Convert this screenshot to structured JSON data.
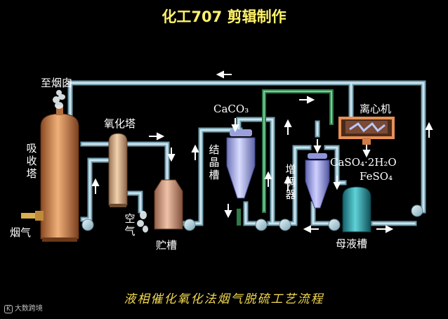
{
  "title": "化工707 剪辑制作",
  "caption": "液相催化氧化法烟气脱硫工艺流程",
  "watermark": "大数跨境",
  "watermark_logo": "K",
  "labels": {
    "chimney": "至烟囱",
    "absorber": "吸收塔",
    "flue_gas": "烟气",
    "oxidation_tower": "氧化塔",
    "air": "空气",
    "storage_tank": "贮槽",
    "caco3": "CaCO₃",
    "crystallizer": "结晶槽",
    "thickener": "增稠器",
    "centrifuge": "离心机",
    "product_1": "CaSO₄·2H₂O",
    "product_2": "FeSO₄",
    "mother_liquor": "母液槽"
  },
  "colors": {
    "background": "#000000",
    "title": "#fff36a",
    "caption": "#f3d94e",
    "pipe": "#9cc8d8",
    "pipe_green": "#4f9e6a",
    "absorber": "#d8935a",
    "oxidation": "#e0b48c",
    "storage": "#d8a890",
    "crystallizer": "#b0b8f2",
    "thickener": "#a6a8ee",
    "mother_tank": "#2e9aa3",
    "centrifuge": "#e89055",
    "arrow": "#ffffff"
  }
}
